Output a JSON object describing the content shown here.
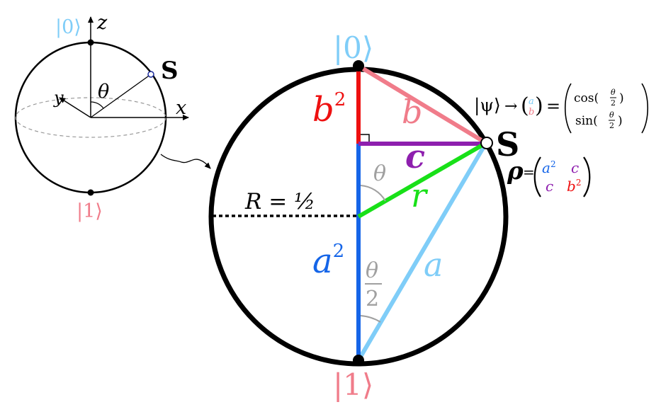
{
  "colors": {
    "light_blue": "#7fcdf8",
    "pink": "#f07c8a",
    "red": "#ee1010",
    "purple": "#8e1fae",
    "green": "#18e018",
    "blue": "#1565e8",
    "gray": "#a0a0a0",
    "black": "#000000"
  },
  "small_sphere": {
    "ket0": "|0⟩",
    "ket1": "|1⟩",
    "z_label": "z",
    "x_label": "x",
    "y_label": "y",
    "theta_label": "θ",
    "s_label": "S"
  },
  "big_circle": {
    "ket0": "|0⟩",
    "ket1": "|1⟩",
    "radius_label": "R = ½",
    "s_label": "S",
    "theta_label": "θ",
    "half_theta_num": "θ",
    "half_theta_den": "2",
    "b2_base": "b",
    "b2_exp": "2",
    "a2_base": "a",
    "a2_exp": "2",
    "b_label": "b",
    "c_label": "c",
    "r_label": "r",
    "a_label": "a"
  },
  "state_formula": {
    "ket_psi": "|ψ⟩",
    "arrow": "→",
    "vec_top": "a",
    "vec_bottom": "b",
    "equals": "=",
    "cos_text": "cos(",
    "sin_text": "sin(",
    "frac_num": "θ",
    "frac_den": "2",
    "close": ")"
  },
  "density_matrix": {
    "rho": "ρ",
    "equals": "=",
    "m11_base": "a",
    "m11_exp": "2",
    "m12": "c",
    "m21": "c",
    "m22_base": "b",
    "m22_exp": "2"
  }
}
